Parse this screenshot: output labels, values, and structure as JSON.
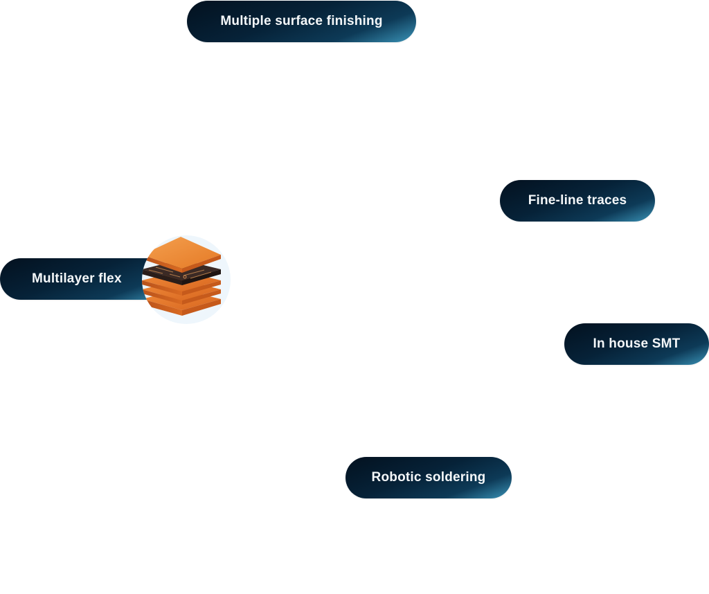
{
  "features": [
    {
      "id": "surface",
      "label": "Multiple surface finishing"
    },
    {
      "id": "fine",
      "label": "Fine-line traces"
    },
    {
      "id": "multilayer",
      "label": "Multilayer flex",
      "icon": "pcb-layer-stack-icon",
      "active": true
    },
    {
      "id": "smt",
      "label": "In house SMT"
    },
    {
      "id": "robot",
      "label": "Robotic soldering"
    }
  ],
  "colors": {
    "pill_dark": "#03111f",
    "pill_light": "#3a94b8",
    "pill_text": "#f4f7f9",
    "stack_orange": "#e8782a",
    "stack_dark": "#3b2a25",
    "halo": "#eef6fc"
  }
}
